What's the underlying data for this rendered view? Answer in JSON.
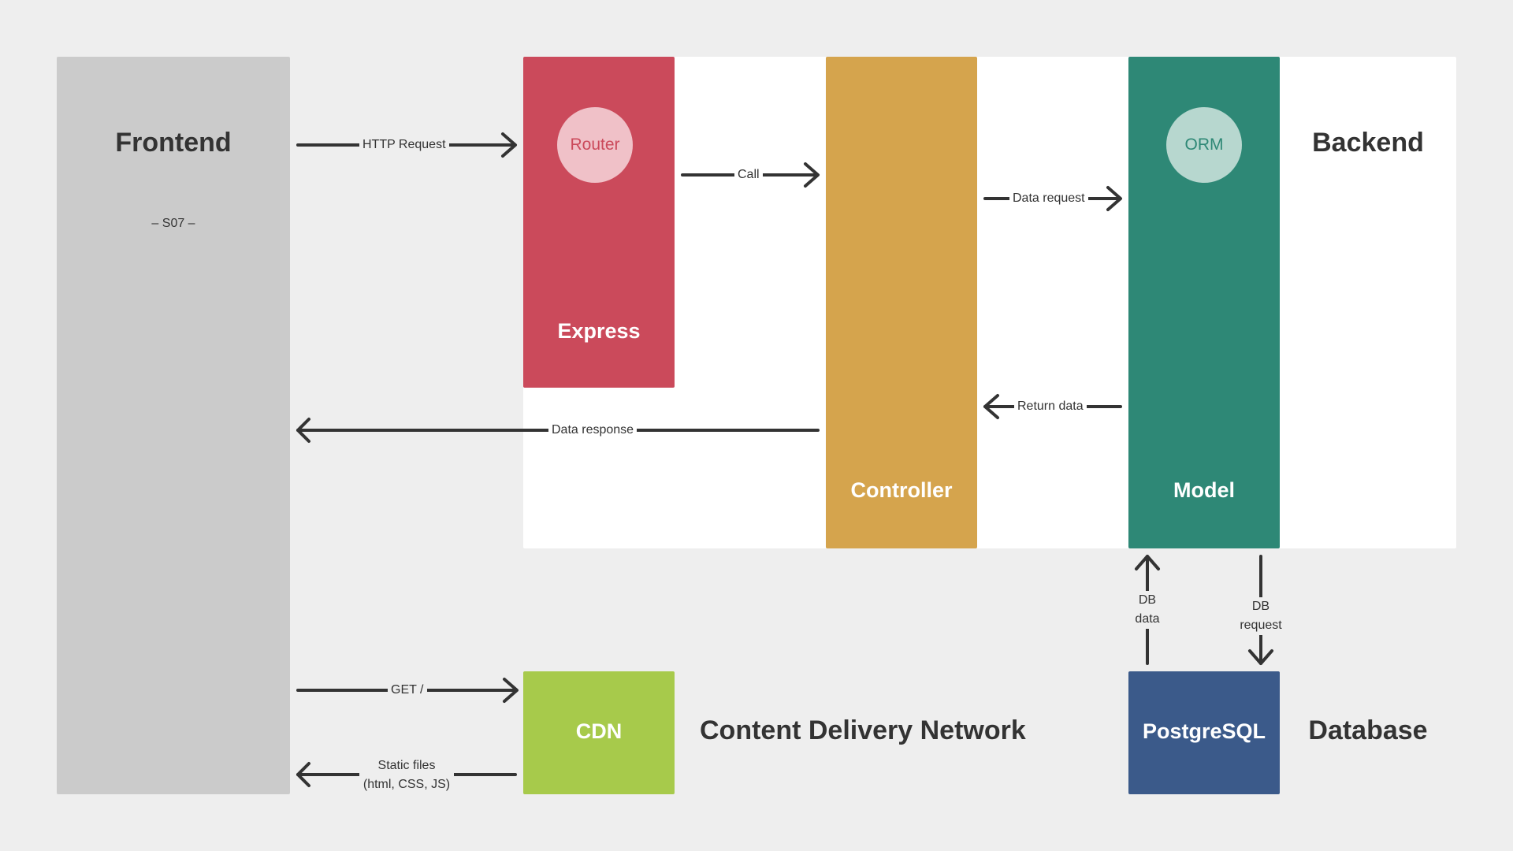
{
  "frontend": {
    "title": "Frontend",
    "subtitle": "– S07 –"
  },
  "backend": {
    "title": "Backend"
  },
  "express": {
    "label": "Express",
    "router": "Router"
  },
  "controller": {
    "label": "Controller"
  },
  "model": {
    "label": "Model",
    "orm": "ORM"
  },
  "cdn": {
    "label": "CDN",
    "title": "Content Delivery Network"
  },
  "database": {
    "label": "PostgreSQL",
    "title": "Database"
  },
  "edges": {
    "http_request": "HTTP Request",
    "call": "Call",
    "data_request": "Data request",
    "return_data": "Return data",
    "data_response": "Data response",
    "db_data_line1": "DB",
    "db_data_line2": "data",
    "db_request_line1": "DB",
    "db_request_line2": "request",
    "get": "GET /",
    "static_line1": "Static files",
    "static_line2": "(html, CSS, JS)"
  },
  "colors": {
    "background": "#eeeeee",
    "frontend": "#cbcbcb",
    "express": "#cb4a5b",
    "controller": "#d5a44d",
    "model": "#2e8876",
    "cdn": "#a7ca4b",
    "postgresql": "#3b5a8a",
    "arrow": "#333333"
  }
}
